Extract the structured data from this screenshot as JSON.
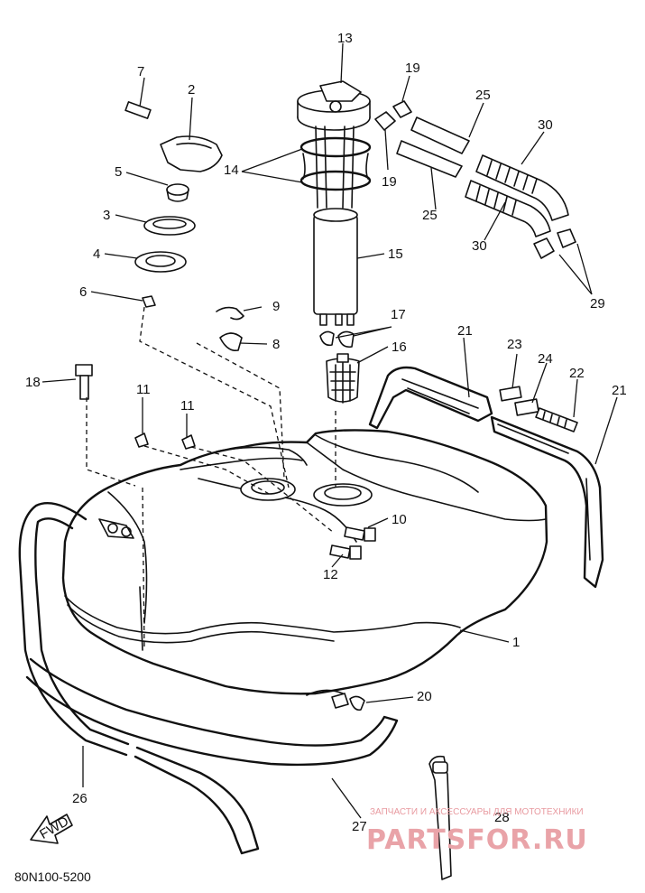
{
  "callouts": {
    "c1": "1",
    "c2": "2",
    "c3": "3",
    "c4": "4",
    "c5": "5",
    "c6": "6",
    "c7": "7",
    "c8": "8",
    "c9": "9",
    "c10": "10",
    "c11a": "11",
    "c11b": "11",
    "c12": "12",
    "c13": "13",
    "c14": "14",
    "c15": "15",
    "c16": "16",
    "c17": "17",
    "c18": "18",
    "c19a": "19",
    "c19b": "19",
    "c20": "20",
    "c21a": "21",
    "c21b": "21",
    "c22": "22",
    "c23": "23",
    "c24": "24",
    "c25a": "25",
    "c25b": "25",
    "c26": "26",
    "c27": "27",
    "c28": "28",
    "c29": "29",
    "c30a": "30",
    "c30b": "30"
  },
  "fwd_label": "FWD",
  "diagram_code": "80N100-5200",
  "watermark": {
    "tagline": "ЗАПЧАСТИ И АКСЕССУАРЫ ДЛЯ МОТОТЕХНИКИ",
    "logo": "PARTSFOR.RU"
  }
}
